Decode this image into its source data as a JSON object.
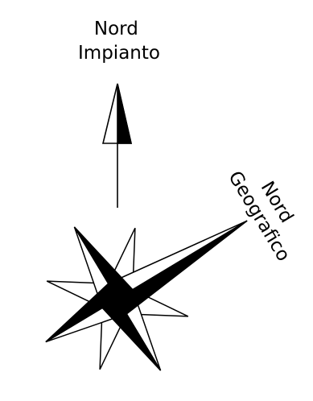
{
  "labels": {
    "plant_north": [
      "Nord",
      "Impianto"
    ],
    "geographic_north": [
      "Nord",
      "Geografico"
    ]
  },
  "colors": {
    "ink": "#000000",
    "paper": "#ffffff"
  }
}
